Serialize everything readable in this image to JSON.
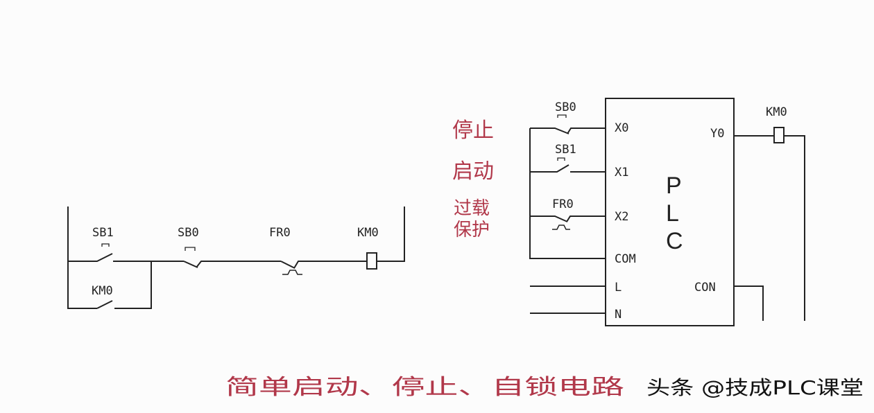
{
  "ladder": {
    "sb1": "SB1",
    "sb0": "SB0",
    "fr0": "FR0",
    "km0_coil": "KM0",
    "km0_contact": "KM0"
  },
  "plc_wiring": {
    "sb0": "SB0",
    "sb1": "SB1",
    "fr0": "FR0",
    "km0": "KM0",
    "stop_label": "停止",
    "start_label": "启动",
    "overload_label_1": "过载",
    "overload_label_2": "保护",
    "terminals": {
      "x0": "X0",
      "x1": "X1",
      "x2": "X2",
      "com": "COM",
      "l": "L",
      "n": "N",
      "y0": "Y0",
      "con": "CON"
    },
    "plc_letters": [
      "P",
      "L",
      "C"
    ]
  },
  "caption": "简单启动、停止、自锁电路",
  "watermark": "头条 @技成PLC课堂",
  "colors": {
    "caption": "#b1384a",
    "line": "#222222"
  }
}
